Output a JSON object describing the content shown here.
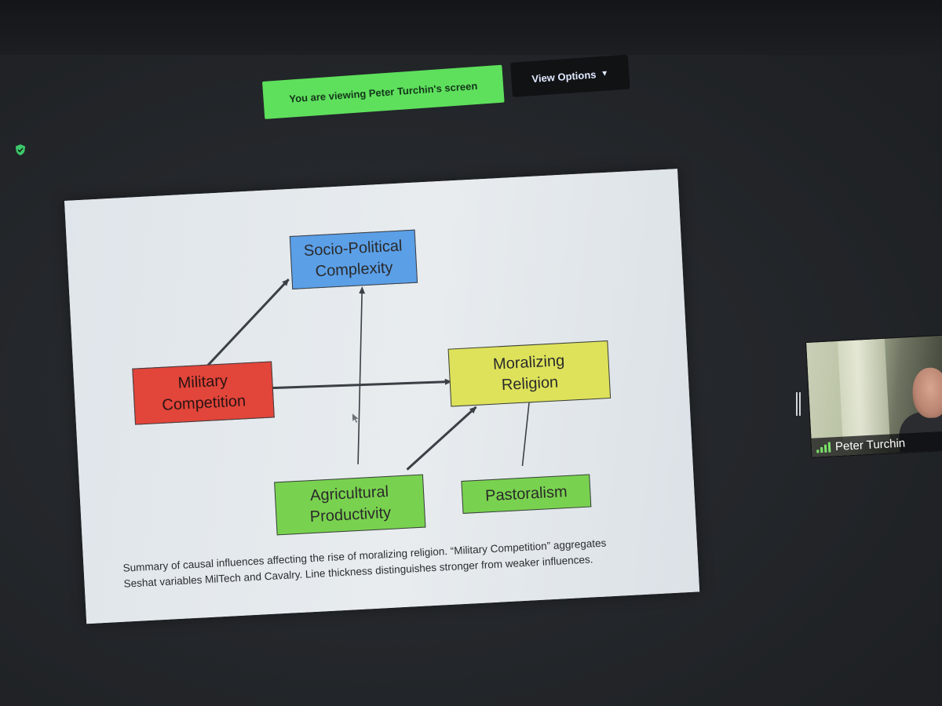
{
  "meeting": {
    "viewing_banner": "You are viewing Peter Turchin's screen",
    "view_options_label": "View Options"
  },
  "slide": {
    "nodes": {
      "socio_political": "Socio-Political\nComplexity",
      "military": "Military\nCompetition",
      "moralizing": "Moralizing\nReligion",
      "agricultural": "Agricultural\nProductivity",
      "pastoralism": "Pastoralism"
    },
    "caption": "Summary of causal influences affecting the rise of moralizing religion. “Military Competition” aggregates Seshat variables MilTech and Cavalry. Line thickness distinguishes stronger from weaker influences."
  },
  "participant": {
    "name": "Peter Turchin"
  },
  "colors": {
    "banner_green": "#5ee05c",
    "node_blue": "#5b9fe7",
    "node_red": "#e2453a",
    "node_yellow": "#dde25a",
    "node_green": "#79d24f",
    "signal_green": "#7be46a"
  },
  "icons": {
    "security": "shield-check-icon",
    "view_options": "chevron-down-icon",
    "signal": "signal-bars-icon"
  }
}
